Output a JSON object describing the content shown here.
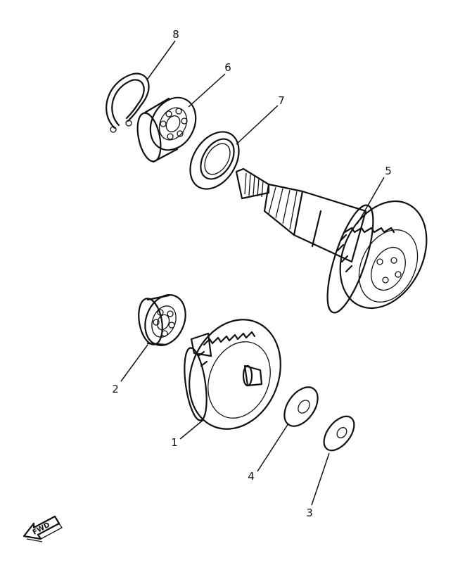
{
  "callouts": {
    "p1": "1",
    "p2": "2",
    "p3": "3",
    "p4": "4",
    "p5": "5",
    "p6": "6",
    "p7": "7",
    "p8": "8"
  },
  "fwd_label": "FWD",
  "colors": {
    "ink": "#111111",
    "paper": "#ffffff"
  }
}
